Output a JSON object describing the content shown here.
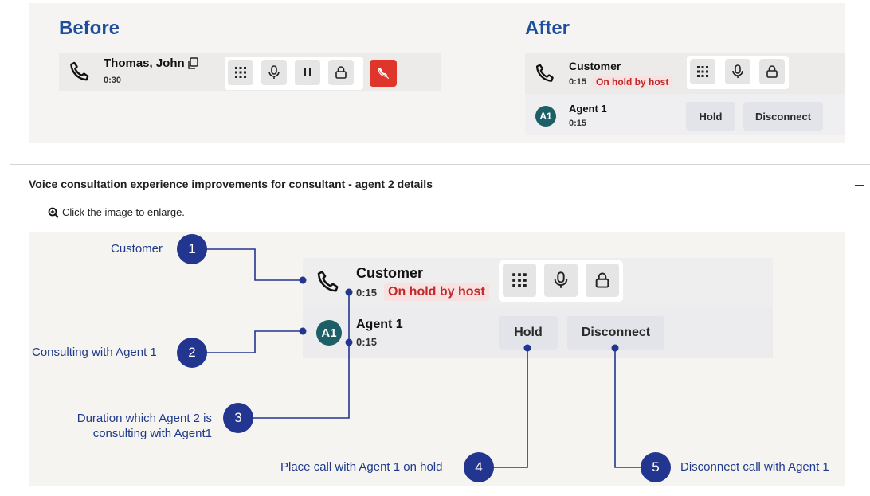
{
  "before": {
    "heading": "Before",
    "caller_name": "Thomas, John",
    "timer": "0:30"
  },
  "after": {
    "heading": "After",
    "customer_name": "Customer",
    "customer_timer": "0:15",
    "hold_status": "On hold by host",
    "agent_initials": "A1",
    "agent_name": "Agent 1",
    "agent_timer": "0:15",
    "hold_button": "Hold",
    "disconnect_button": "Disconnect"
  },
  "section": {
    "title": "Voice consultation experience improvements for consultant - agent 2 details",
    "enlarge_hint": "Click the image to enlarge."
  },
  "diagram": {
    "customer_name": "Customer",
    "customer_timer": "0:15",
    "hold_status": "On hold by host",
    "agent_initials": "A1",
    "agent_name": "Agent 1",
    "agent_timer": "0:15",
    "hold_button": "Hold",
    "disconnect_button": "Disconnect",
    "callouts": [
      {
        "number": "1",
        "text": "Customer"
      },
      {
        "number": "2",
        "text": "Consulting with Agent 1"
      },
      {
        "number": "3",
        "text_line1": "Duration which Agent 2 is",
        "text_line2": "consulting with Agent1"
      },
      {
        "number": "4",
        "text": "Place call with Agent 1 on hold"
      },
      {
        "number": "5",
        "text": "Disconnect call with Agent 1"
      }
    ]
  },
  "icons": {
    "phone": "phone-icon",
    "copy": "copy-icon",
    "keypad": "keypad-icon",
    "mic": "microphone-icon",
    "pause": "pause-icon",
    "lock": "lock-icon",
    "end_call": "end-call-icon",
    "zoom": "zoom-in-icon",
    "collapse": "collapse-icon"
  },
  "colors": {
    "heading_blue": "#1f4f9c",
    "callout_blue": "#22358f",
    "end_call_red": "#e0352b",
    "hold_red": "#c0282a",
    "avatar_teal": "#1c5f66"
  }
}
